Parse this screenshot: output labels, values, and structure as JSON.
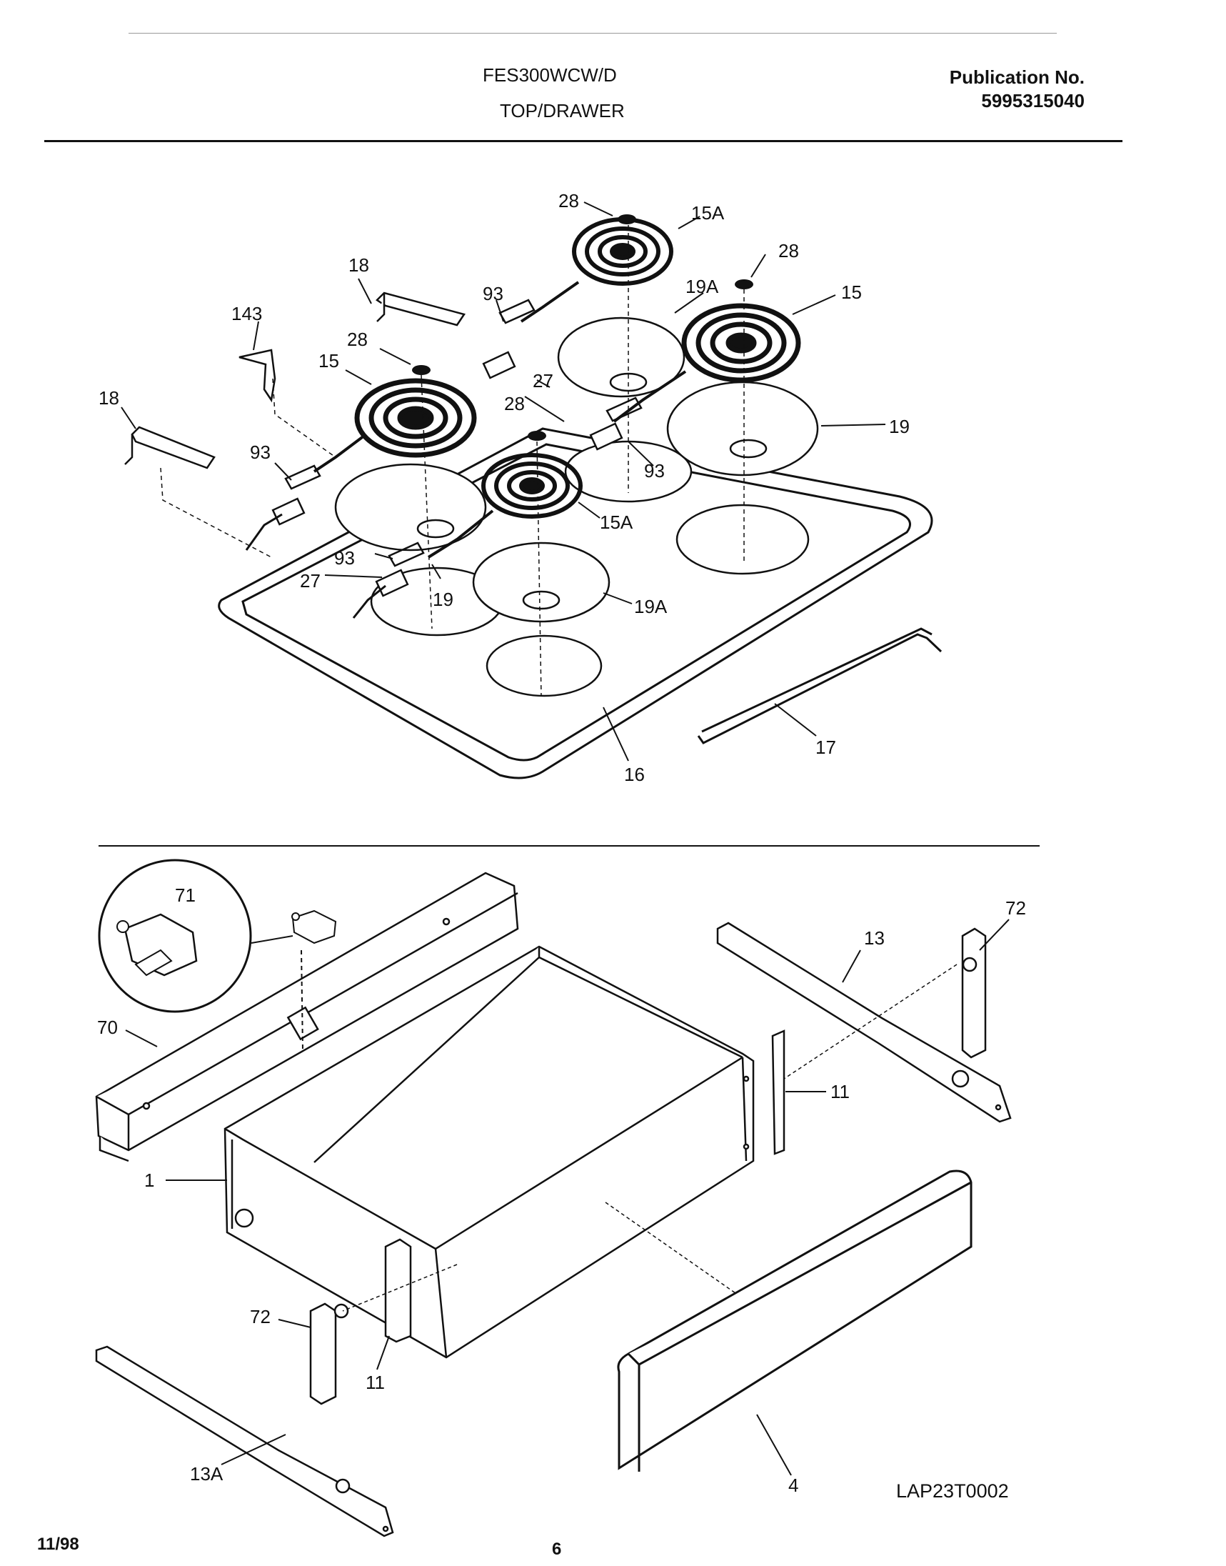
{
  "header": {
    "model": "FES300WCW/D",
    "section": "TOP/DRAWER",
    "publication_label": "Publication No.",
    "publication_number": "5995315040"
  },
  "footer": {
    "date": "11/98",
    "page": "6",
    "drawing_code": "LAP23T0002"
  },
  "callouts": {
    "top": {
      "c28a": "28",
      "c15a_top": "15A",
      "c28b": "28",
      "c15_right": "15",
      "c18_top": "18",
      "c93_top": "93",
      "c19a_top": "19A",
      "c143": "143",
      "c28c": "28",
      "c15_left": "15",
      "c27_mid": "27",
      "c18_left": "18",
      "c28d": "28",
      "c19_right": "19",
      "c93_left": "93",
      "c93_mid": "93",
      "c15a_front": "15A",
      "c93_low": "93",
      "c27_low": "27",
      "c19_low": "19",
      "c19a_front": "19A",
      "c17": "17",
      "c16": "16"
    },
    "drawer": {
      "c71": "71",
      "c72_right": "72",
      "c13": "13",
      "c70": "70",
      "c11_right": "11",
      "c1": "1",
      "c72_left": "72",
      "c11_left": "11",
      "c13a": "13A",
      "c4": "4"
    }
  }
}
